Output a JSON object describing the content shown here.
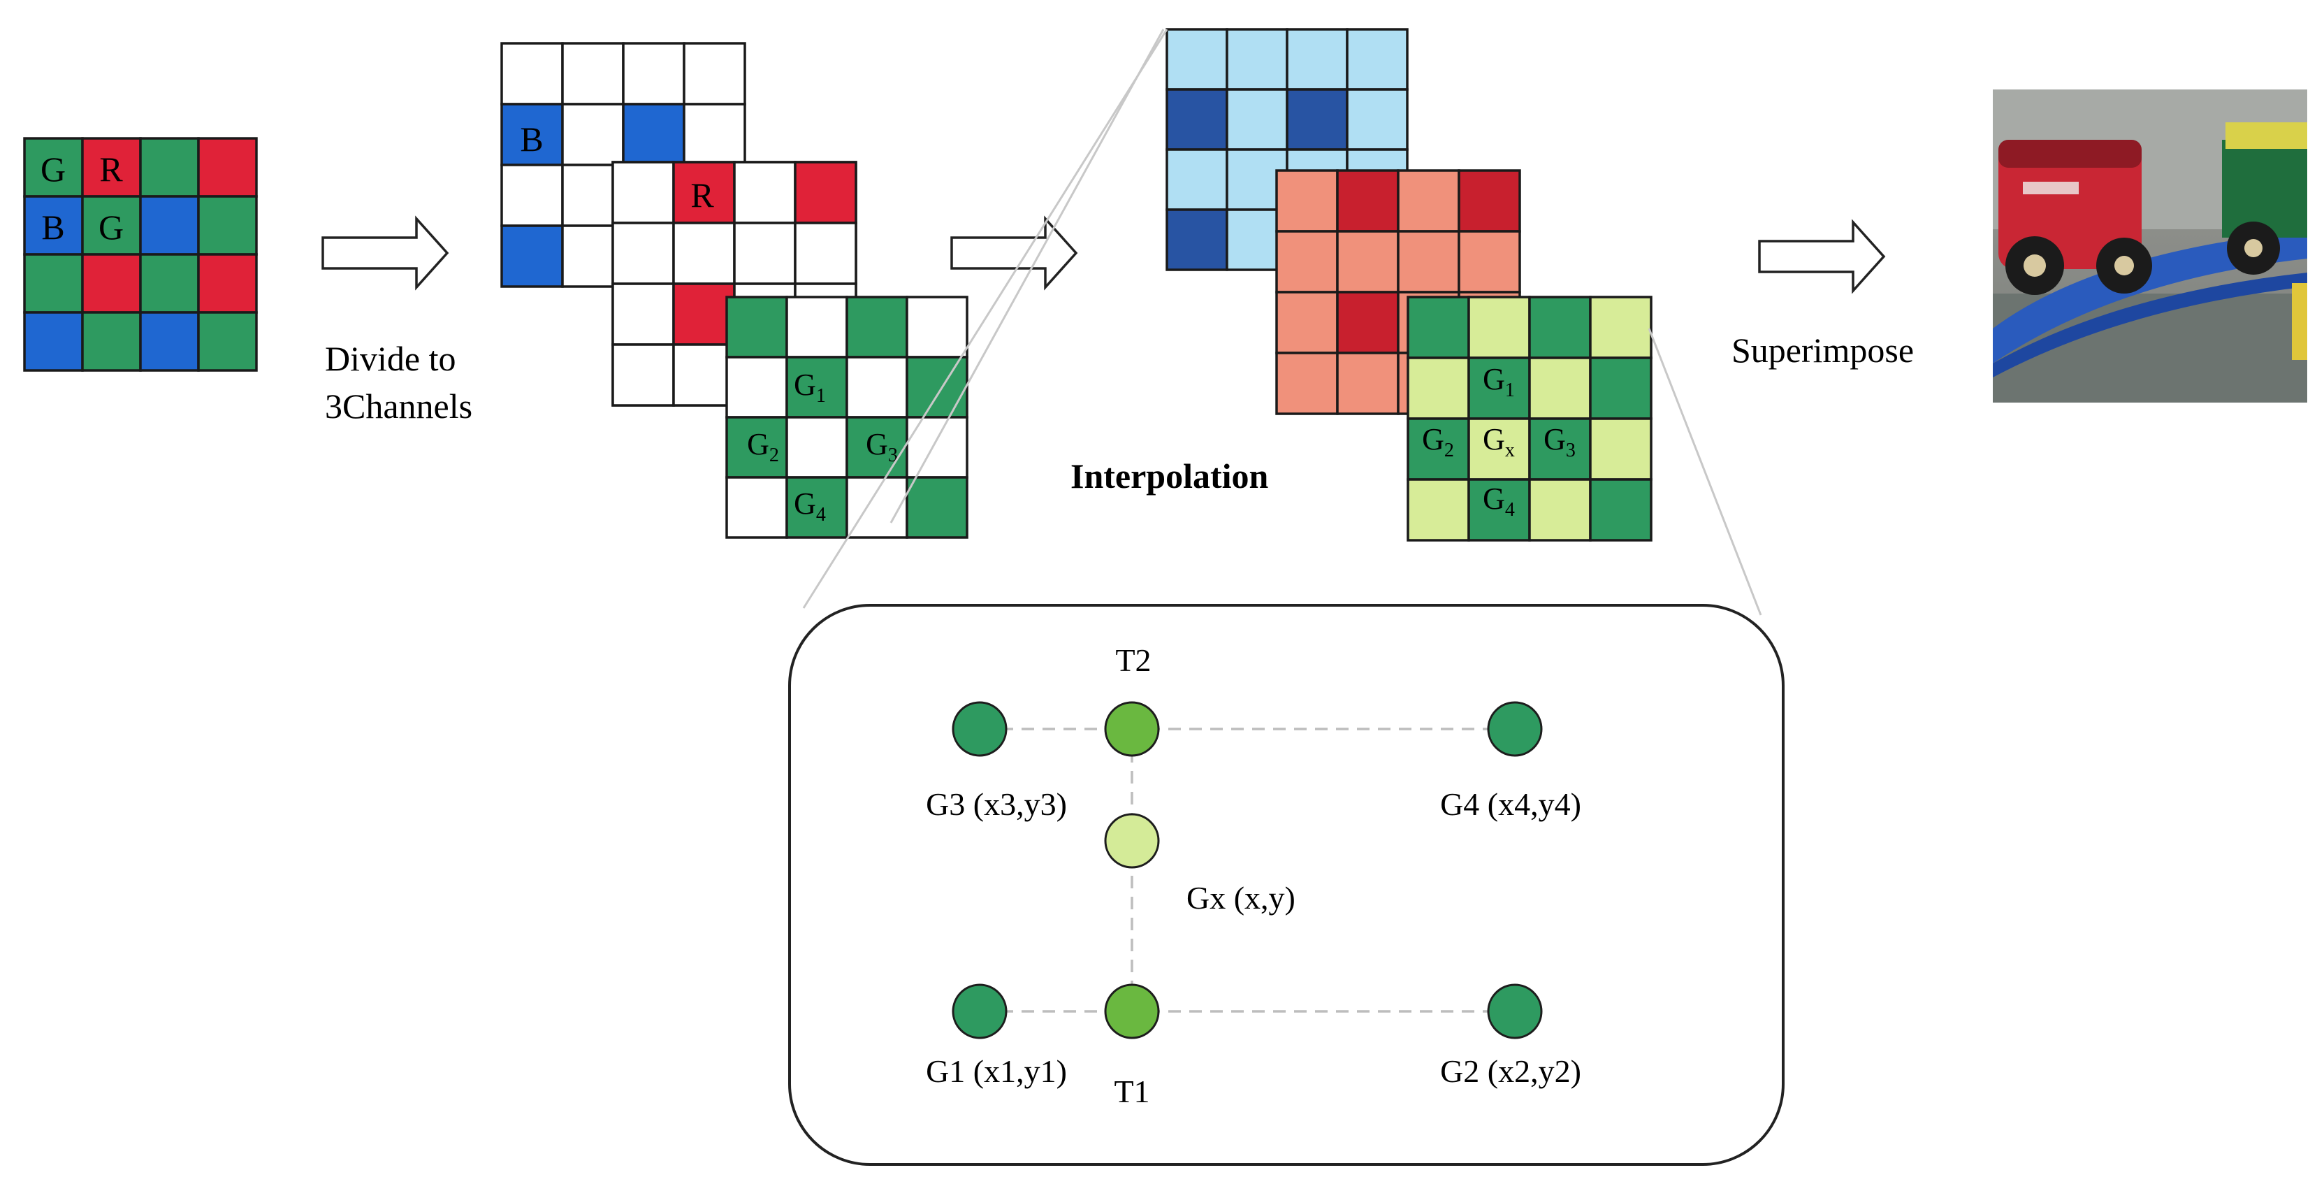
{
  "colors": {
    "bayer_green": "#2e9a60",
    "bayer_red": "#e02238",
    "bayer_blue": "#1f67d1",
    "light_blue": "#b0dff3",
    "dark_blue": "#2854a3",
    "salmon": "#f0917b",
    "dark_red": "#c8202e",
    "light_green": "#d7ec98",
    "dark_green": "#2e9a60",
    "mid_green": "#6ab840",
    "pale_green": "#d4eb98",
    "dash_gray": "#bdbdbd",
    "zoom_gray": "#c8c8c8"
  },
  "bayer_input": {
    "cell_labels": [
      "G",
      "R",
      "B",
      "G"
    ]
  },
  "arrows": {
    "step1_label_line1": "Divide to",
    "step1_label_line2": "3Channels",
    "step3_label": "Superimpose"
  },
  "channels": {
    "blue_label": "B",
    "red_label": "R",
    "green_labels": {
      "g1_base": "G",
      "g1_sub": "1",
      "g2_base": "G",
      "g2_sub": "2",
      "g3_base": "G",
      "g3_sub": "3",
      "g4_base": "G",
      "g4_sub": "4"
    }
  },
  "interpolation": {
    "title": "Interpolation",
    "green_labels": {
      "g1_base": "G",
      "g1_sub": "1",
      "g2_base": "G",
      "g2_sub": "2",
      "gx_base": "G",
      "gx_sub": "x",
      "g3_base": "G",
      "g3_sub": "3",
      "g4_base": "G",
      "g4_sub": "4"
    }
  },
  "detail": {
    "t2": "T2",
    "t1": "T1",
    "g3": "G3 (x3,y3)",
    "g4": "G4 (x4,y4)",
    "gx": "Gx (x,y)",
    "g1": "G1 (x1,y1)",
    "g2": "G2 (x2,y2)"
  },
  "output_image": {
    "description_icon": "toy-train-photo"
  }
}
